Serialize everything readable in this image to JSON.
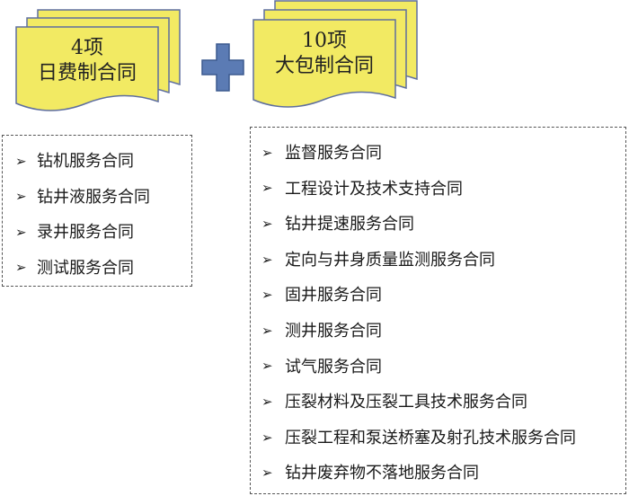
{
  "left_group": {
    "title_line1": "4项",
    "title_line2": "日费制合同",
    "items": [
      "钻机服务合同",
      "钻井液服务合同",
      "录井服务合同",
      "测试服务合同"
    ]
  },
  "right_group": {
    "title_line1": "10项",
    "title_line2": "大包制合同",
    "items": [
      "监督服务合同",
      "工程设计及技术支持合同",
      "钻井提速服务合同",
      "定向与井身质量监测服务合同",
      "固井服务合同",
      "测井服务合同",
      "试气服务合同",
      "压裂材料及压裂工具技术服务合同",
      "压裂工程和泵送桥塞及射孔技术服务合同",
      "钻井废弃物不落地服务合同"
    ]
  },
  "colors": {
    "doc_fill": "#f2ea63",
    "doc_stroke": "#5e6ea0",
    "plus_fill": "#5b7bb4",
    "plus_stroke": "#3c5a8f"
  },
  "icons": {
    "operator": "plus-icon",
    "bullet": "arrow-bullet-icon"
  }
}
